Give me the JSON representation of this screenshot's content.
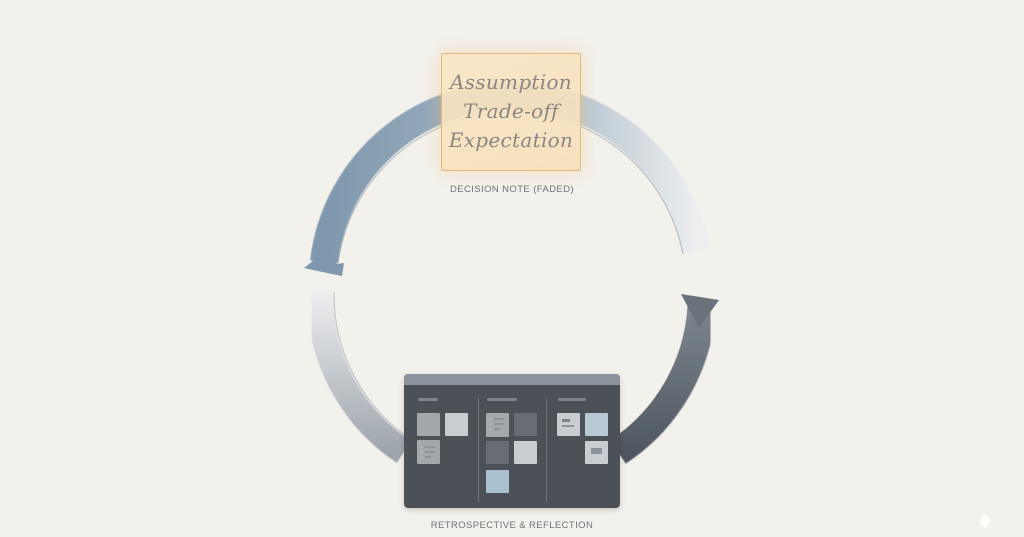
{
  "decision_note": {
    "lines": [
      "Assumption",
      "Trade-off",
      "Expectation"
    ],
    "caption": "DECISION NOTE (FADED)"
  },
  "retrospective": {
    "caption": "RETROSPECTIVE & REFLECTION",
    "columns": 3
  },
  "colors": {
    "background": "#f3f1ec",
    "arrow_blue": "#7f98ad",
    "arrow_dark": "#5d656e",
    "note_fill": "#f8e3c1",
    "note_border": "#e2b97a",
    "board": "#4c5157"
  }
}
